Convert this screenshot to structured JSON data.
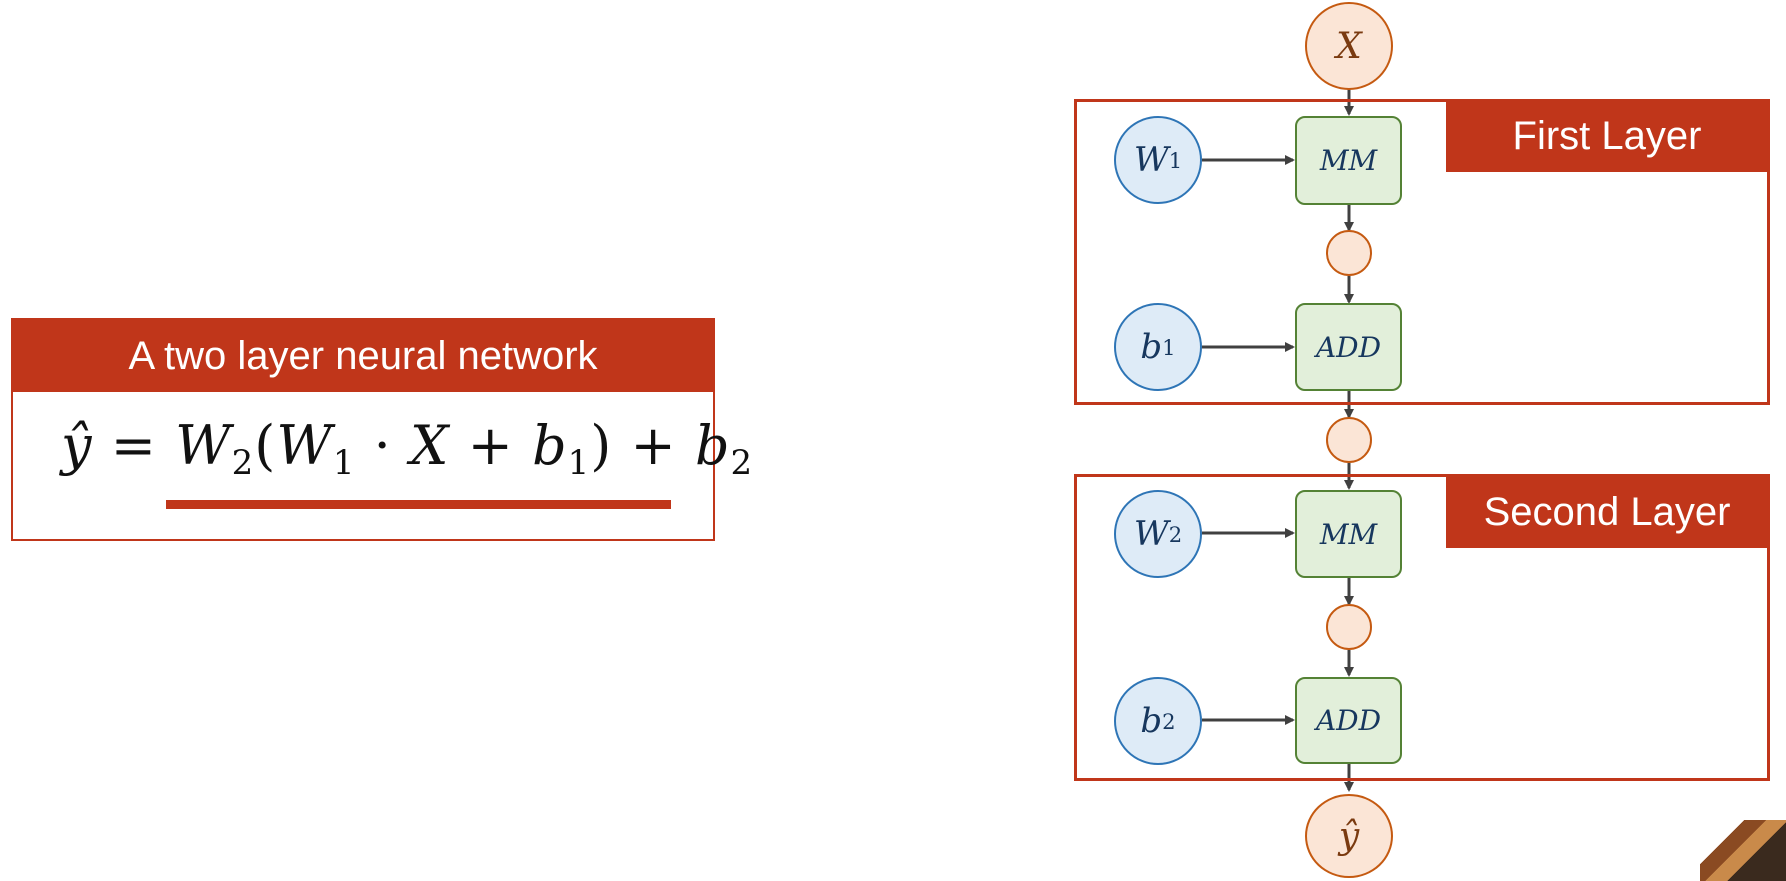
{
  "formula_card": {
    "title": "A two layer neural network",
    "equation": {
      "lhs": "ŷ",
      "eq": "=",
      "w2": "W",
      "w2_sub": "2",
      "open": "(",
      "w1": "W",
      "w1_sub": "1",
      "dot": "·",
      "x": "X",
      "plus1": "+",
      "b1": "b",
      "b1_sub": "1",
      "close": ")",
      "plus2": "+",
      "b2": "b",
      "b2_sub": "2"
    }
  },
  "diagram": {
    "input": {
      "label": "X"
    },
    "output": {
      "label": "ŷ"
    },
    "layers": [
      {
        "title": "First Layer",
        "weight": {
          "label": "W",
          "sub": "1"
        },
        "bias": {
          "label": "b",
          "sub": "1"
        },
        "mm_label": "MM",
        "add_label": "ADD"
      },
      {
        "title": "Second Layer",
        "weight": {
          "label": "W",
          "sub": "2"
        },
        "bias": {
          "label": "b",
          "sub": "2"
        },
        "mm_label": "MM",
        "add_label": "ADD"
      }
    ],
    "colors": {
      "accent": "#c0361a",
      "orange_fill": "#fbe5d6",
      "orange_stroke": "#c55a11",
      "blue_fill": "#deebf7",
      "blue_stroke": "#2e75b6",
      "green_fill": "#e2efda",
      "green_stroke": "#548235",
      "arrow": "#404040"
    }
  }
}
